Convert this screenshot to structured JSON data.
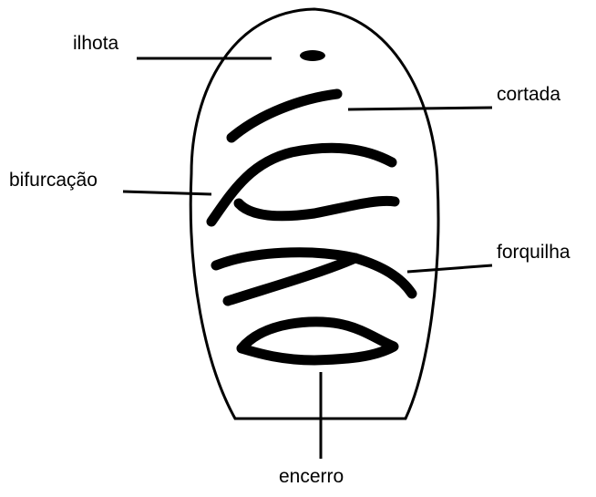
{
  "labels": {
    "ilhota": "ilhota",
    "cortada": "cortada",
    "bifurcacao": "bifurcação",
    "forquilha": "forquilha",
    "encerro": "encerro"
  }
}
